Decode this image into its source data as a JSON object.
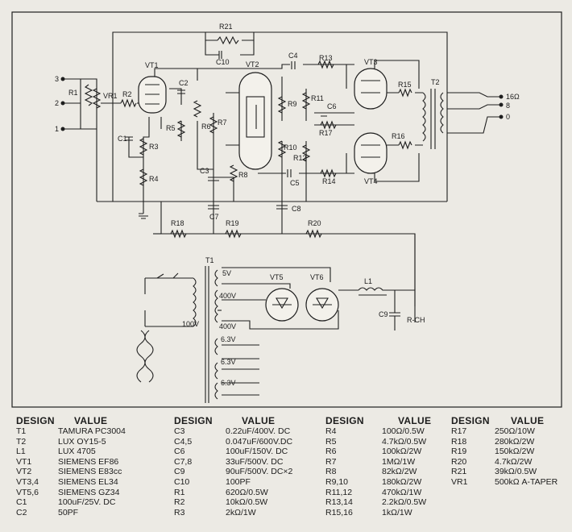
{
  "schematic": {
    "labels": {
      "vt1": "VT1",
      "vt2": "VT2",
      "vt3": "VT3",
      "vt4": "VT4",
      "vt5": "VT5",
      "vt6": "VT6",
      "r1": "R1",
      "r2": "R2",
      "r3": "R3",
      "r4": "R4",
      "r5": "R5",
      "r6": "R6",
      "r7": "R7",
      "r8": "R8",
      "r9": "R9",
      "r10": "R10",
      "r11": "R11",
      "r12": "R12",
      "r13": "R13",
      "r14": "R14",
      "r15": "R15",
      "r16": "R16",
      "r17": "R17",
      "r18": "R18",
      "r19": "R19",
      "r20": "R20",
      "r21": "R21",
      "vr1": "VR1",
      "c1": "C1",
      "c2": "C2",
      "c3": "C3",
      "c4": "C4",
      "c5": "C5",
      "c6": "C6",
      "c7": "C7",
      "c8": "C8",
      "c9": "C9",
      "c10": "C10",
      "t1": "T1",
      "t2": "T2",
      "l1": "L1",
      "in3": "3",
      "in2": "2",
      "in1": "1",
      "out16": "16Ω",
      "out8": "8",
      "out0": "0",
      "v5": "5V",
      "v400a": "400V",
      "v400b": "400V",
      "v100": "100V",
      "v63a": "6.3V",
      "v63b": "6.3V",
      "v63c": "6.3V",
      "rch": "R-CH"
    }
  },
  "parts_list": {
    "header_design": "DESIGN",
    "header_value": "VALUE",
    "columns": [
      [
        {
          "d": "T1",
          "v": "TAMURA PC3004"
        },
        {
          "d": "T2",
          "v": "LUX OY15-5"
        },
        {
          "d": "L1",
          "v": "LUX 4705"
        },
        {
          "d": "VT1",
          "v": "SIEMENS EF86"
        },
        {
          "d": "VT2",
          "v": "SIEMENS E83cc"
        },
        {
          "d": "VT3,4",
          "v": "SIEMENS EL34"
        },
        {
          "d": "VT5,6",
          "v": "SIEMENS GZ34"
        },
        {
          "d": "C1",
          "v": "100uF/25V. DC"
        },
        {
          "d": "C2",
          "v": "50PF"
        }
      ],
      [
        {
          "d": "C3",
          "v": "0.22uF/400V. DC"
        },
        {
          "d": "C4,5",
          "v": "0.047uF/600V.DC"
        },
        {
          "d": "C6",
          "v": "100uF/150V. DC"
        },
        {
          "d": "C7,8",
          "v": "33uF/500V. DC"
        },
        {
          "d": "C9",
          "v": "90uF/500V. DC×2"
        },
        {
          "d": "C10",
          "v": "100PF"
        },
        {
          "d": "R1",
          "v": "620Ω/0.5W"
        },
        {
          "d": "R2",
          "v": "10kΩ/0.5W"
        },
        {
          "d": "R3",
          "v": "2kΩ/1W"
        }
      ],
      [
        {
          "d": "R4",
          "v": "100Ω/0.5W"
        },
        {
          "d": "R5",
          "v": "4.7kΩ/0.5W"
        },
        {
          "d": "R6",
          "v": "100kΩ/2W"
        },
        {
          "d": "R7",
          "v": "1MΩ/1W"
        },
        {
          "d": "R8",
          "v": "82kΩ/2W"
        },
        {
          "d": "R9,10",
          "v": "180kΩ/2W"
        },
        {
          "d": "R11,12",
          "v": "470kΩ/1W"
        },
        {
          "d": "R13,14",
          "v": "2.2kΩ/0.5W"
        },
        {
          "d": "R15,16",
          "v": "1kΩ/1W"
        }
      ],
      [
        {
          "d": "R17",
          "v": "250Ω/10W"
        },
        {
          "d": "R18",
          "v": "280kΩ/2W"
        },
        {
          "d": "R19",
          "v": "150kΩ/2W"
        },
        {
          "d": "R20",
          "v": "4.7kΩ/2W"
        },
        {
          "d": "R21",
          "v": "39kΩ/0.5W"
        },
        {
          "d": "VR1",
          "v": "500kΩ A-TAPER"
        }
      ]
    ]
  }
}
